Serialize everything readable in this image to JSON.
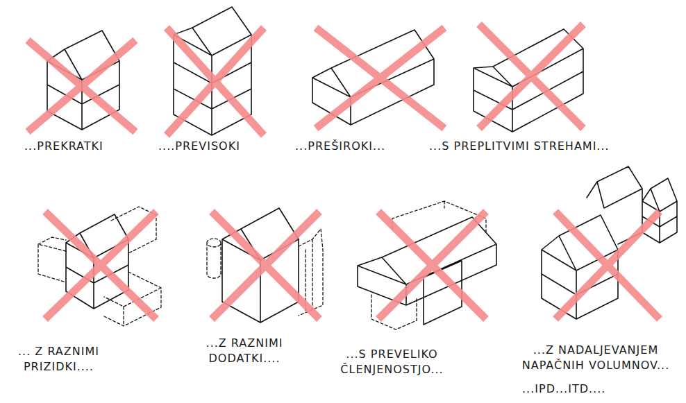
{
  "diagram": {
    "labels": [
      "...PREKRATKI",
      "....PREVISOKI",
      "...PREŠIROKI...",
      "...S PREPLITVIMI STREHAMI...",
      "... Z RAZNIMI PRIZIDKI....",
      "...Z RAZNIMI DODATKI....",
      "...S PREVELIKO ČLENJENOSTJO...",
      "...Z NADALJEVANJEM NAPAČNIH VOLUMNOV...",
      "...IPD...ITD...."
    ]
  }
}
